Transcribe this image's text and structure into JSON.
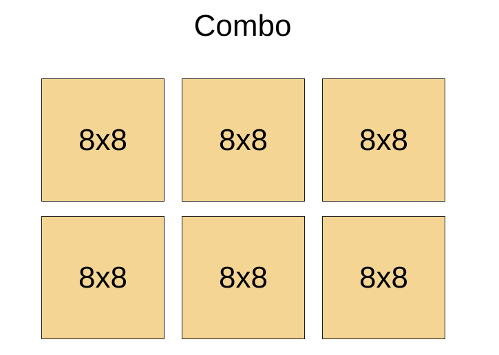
{
  "title": "Combo",
  "colors": {
    "tile_fill": "#f4d594",
    "tile_border": "#1a1a1a",
    "text": "#000000"
  },
  "tiles": [
    {
      "label": "8x8"
    },
    {
      "label": "8x8"
    },
    {
      "label": "8x8"
    },
    {
      "label": "8x8"
    },
    {
      "label": "8x8"
    },
    {
      "label": "8x8"
    }
  ]
}
